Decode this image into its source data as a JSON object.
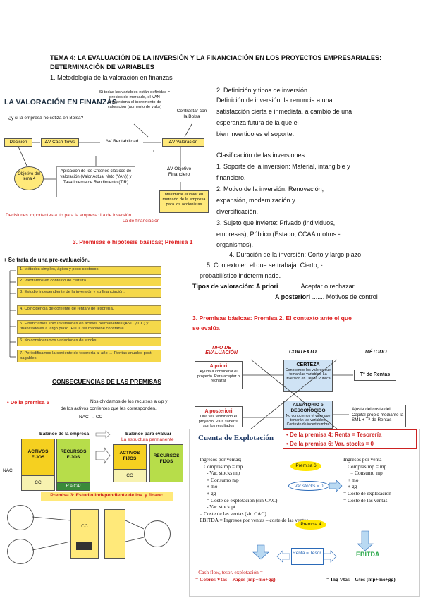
{
  "title": "TEMA 4: LA EVALUACIÓN DE LA INVERSIÓN Y LA FINANCIACIÓN EN LOS PROYECTOS EMPRESARIALES:",
  "title2": "DETERMINACIÓN DE VARIABLES",
  "sec1": "1. Metodología de la valoración en finanzas",
  "fig1": {
    "heading": "LA VALORACIÓN EN FINANZAS",
    "question": "¿y si la empresa no cotiza en Bolsa?",
    "note_top": "Si todas las variables están definidas = precios de mercado, el VAN proporciona el incremento de valoración (aumento de valor)",
    "contrast": "Contrastar con la Bolsa",
    "decision": "Decisión",
    "cashflows": "ΔV Cash-flows",
    "rentab": "ΔV Rentabilidad",
    "valoracion": "ΔV Valoración",
    "objetivo": "Objetivo del tema 4",
    "criterios": "Aplicación de los Criterios clásicos de valoración (Valor Actual Neto (VAN)) y Tasa Interna de Rendimiento (TIR)",
    "obj_fin": "ΔV Objetivo Financiero",
    "maximizar": "Maximizar el valor en mercado de la empresa para los accionistas",
    "foot1": "Decisiones importantes a ltp para la empresa: La de inversión",
    "foot2": "La de financiación"
  },
  "right": {
    "h": "2. Definición y tipos de inversión",
    "lines": [
      "Definición de inversión: la renuncia a una",
      "satisfacción cierta e inmediata, a cambio de una",
      "esperanza futura de la que el",
      "bien invertido es el soporte."
    ],
    "clasif": "Clasificación de las inversiones:",
    "items": [
      "1. Soporte de la inversión: Material, intangible y",
      "financiero.",
      "2. Motivo de la inversión: Renovación,",
      "expansión, modernización y",
      "diversificación.",
      "3. Sujeto que invierte: Privado (individuos,",
      "empresas), Público (Estado, CCAA u otros       -",
      "organismos).",
      "4. Duración de la inversión: Corto y largo plazo",
      "5. Contexto en el que se trabaja: Cierto,                  -",
      "probabilístico    indeterminado."
    ],
    "tipos_label": "Tipos de valoración:",
    "priori": "A priori",
    "priori_txt": "........... Aceptar o rechazar",
    "posteriori": "A posteriori",
    "posteriori_txt": "....... Motivos de control"
  },
  "premisas": {
    "heading": "3. Premisas e hipótesis básicas; Premisa 1",
    "pre": "+ Se trata de una pre-evaluación.",
    "list": [
      "1. Métodos simples, ágiles y poco costosos.",
      "2. Valoramos en contexto de certeza.",
      "3. Estudio independiente de la inversión y su financiación.",
      "4. Coincidencia de corriente de renta y de tesorería.",
      "5. Financiamos solo inversiones en activos permanentes (ANC y CC) y financiadores a largo plazo. El CC se mantiene constante",
      "6. No consideramos variaciones de stocks.",
      "7. Periodificamos la corriente de tesorería al año → Rentas anuales post-pagables."
    ]
  },
  "consec": {
    "heading": "CONSECUENCIAS DE LAS PREMISAS",
    "bullet": "De la premisa 5",
    "text1": "Nos olvidamos de los recursos a c/p y",
    "text2": "de los activos corrientes que les corresponden.",
    "text3": "NAC → CC",
    "balance1": "Balance de la empresa",
    "balance2": "Balance para evaluar",
    "balance2b": "La estructura permanente",
    "activos": "ACTIVOS FIJOS",
    "recursos": "RECURSOS FIJOS",
    "cc": "CC",
    "nac": "NAC",
    "rcp": "R a C/P",
    "premisa3": "Premisa 3: Estudio independiente de inv. y financ."
  },
  "premisa2": {
    "heading": "3. Premisas básicas: Premisa 2. El contexto ante el que",
    "heading2": "se evalúa",
    "tipo": "TIPO DE EVALUACIÓN",
    "contexto": "CONTEXTO",
    "metodo": "MÉTODO",
    "apriori": "A priori",
    "apriori_txt": "Ayuda a considerar el proyecto. Para aceptar o rechazar",
    "certeza": "CERTEZA",
    "certeza_txt": "Conocemos los valores que toman las variables. La inversión en Deuda Pública",
    "tdr": "Tª de Rentas",
    "aposteriori": "A posteriori",
    "aposteriori_txt": "Una vez terminado el proyecto. Para saber si son los resultados",
    "aleatorio": "ALEATORIO o DESCONOCIDO",
    "aleatorio_txt": "No conocemos el valor que tomarán las variables. Contexto de incertidumbre",
    "ajuste": "Ajuste del coste del Capital propio mediante la SML + Tª de Rentas"
  },
  "cuenta": {
    "title": "Cuenta de Explotación",
    "p4": "• De la premisa 4: Renta = Tesorería",
    "p6": "• De la premisa 6: Var. stocks = 0",
    "l1": "Ingresos por ventas;",
    "l2": "Compras mp = mp",
    "l3": "- Var. stocks mp",
    "l4": "= Consumo mp",
    "l5": "+ mo",
    "l6": "+ gg",
    "l7": "= Coste de explotación (sin CAC)",
    "l8": "- Var. stock pt",
    "l9": "= Coste de las ventas (sin CAC)",
    "l10": "EBITDA = Ingresos por ventas – coste de las ventas",
    "r1": "Ingresos por venta",
    "r2": "Compras mp = mp",
    "r3": "= Consumo mp",
    "r4": "+ mo",
    "r5": "+ gg",
    "r6": "= Coste de explotación",
    "r7": "= Coste de las ventas",
    "premisa6": "Premisa 6",
    "premisa4": "Premisa 4",
    "varstocks": "Var stocks = 0",
    "renta": "Renta = Tesor.",
    "ebitda": "EBITDA",
    "cash1": "- Cash flow, tesor. explotación =",
    "cash2": "= Cobros Vtas – Pagos (mp+mo+gg)",
    "ebitda2": "= Ing Vtas – Gtos (mp+mo+gg)"
  }
}
